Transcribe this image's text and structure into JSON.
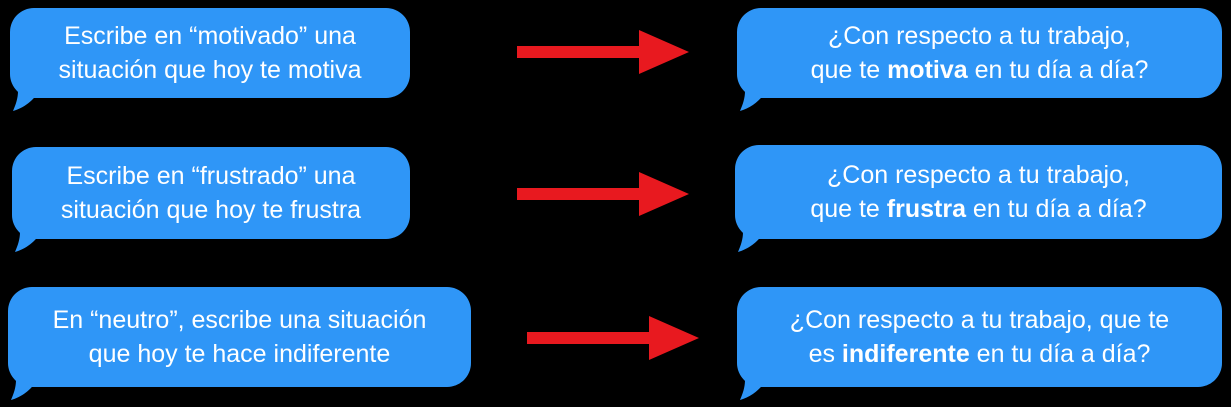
{
  "colors": {
    "bubble": "#2f96f7",
    "arrow": "#e8191f",
    "text": "#ffffff",
    "background": "#000000"
  },
  "rows": [
    {
      "left_text": "Escribe en “motivado” una\nsituación que hoy te motiva",
      "right_pre": "¿Con respecto a tu trabajo,\nque te ",
      "right_bold": "motiva",
      "right_post": " en tu día a día?"
    },
    {
      "left_text": "Escribe en “frustrado” una\nsituación que hoy te frustra",
      "right_pre": "¿Con respecto a tu trabajo,\n que te ",
      "right_bold": "frustra",
      "right_post": " en tu día a día?"
    },
    {
      "left_text": "En “neutro”, escribe una situación\nque hoy te hace indiferente",
      "right_pre": "¿Con respecto a tu trabajo, que te\nes ",
      "right_bold": "indiferente",
      "right_post": " en tu día a día?"
    }
  ]
}
